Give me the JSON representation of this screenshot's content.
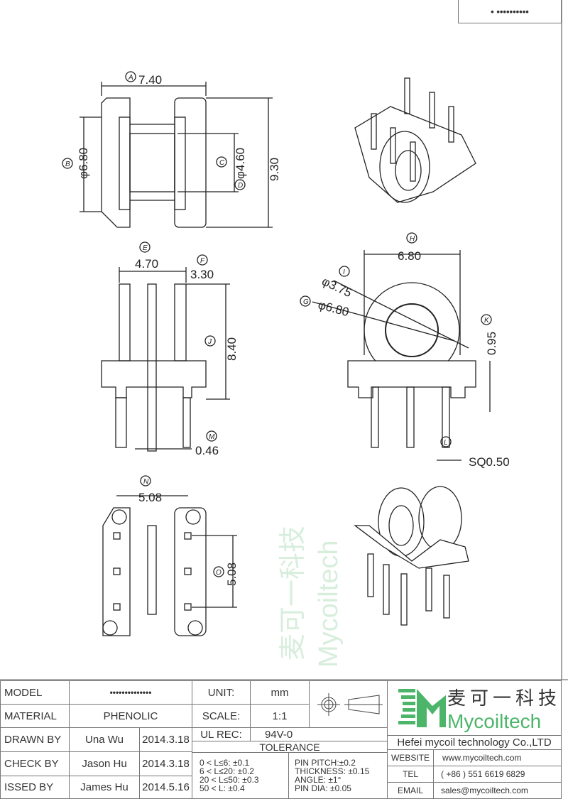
{
  "header": {
    "model_code": "• ••••••••••"
  },
  "drawing": {
    "watermark_cn": "麦可一科技",
    "watermark_en": "Mycoiltech",
    "labels": {
      "A": "A",
      "B": "B",
      "C": "C",
      "D": "D",
      "E": "E",
      "F": "F",
      "G": "G",
      "H": "H",
      "I": "I",
      "J": "J",
      "K": "K",
      "L": "L",
      "M": "M",
      "N": "N",
      "O": "O"
    },
    "dims": {
      "A": "7.40",
      "B": "φ6.80",
      "C": "φ4.60",
      "D": "9.30",
      "E": "4.70",
      "F": "3.30",
      "J": "8.40",
      "M": "0.46",
      "H": "6.80",
      "I": "φ3.75",
      "G": "φ6.80",
      "K": "0.95",
      "L": "SQ0.50",
      "N": "5.08",
      "O": "5.08"
    }
  },
  "title_block": {
    "model_label": "MODEL",
    "model_value": "••••••••••••••",
    "material_label": "MATERIAL",
    "material_value": "PHENOLIC",
    "drawn_label": "DRAWN BY",
    "drawn_name": "Una Wu",
    "drawn_date": "2014.3.18",
    "check_label": "CHECK BY",
    "check_name": "Jason Hu",
    "check_date": "2014.3.18",
    "issued_label": "ISSED BY",
    "issued_name": "James Hu",
    "issued_date": "2014.5.16",
    "unit_label": "UNIT:",
    "unit_value": "mm",
    "scale_label": "SCALE:",
    "scale_value": "1:1",
    "ul_label": "UL REC:",
    "ul_value": "94V-0",
    "tolerance_label": "TOLERANCE",
    "tol_left": [
      "0 < L≤6:  ±0.1",
      "6 < L≤20:  ±0.2",
      "20 < L≤50:  ±0.3",
      "50 < L:  ±0.4"
    ],
    "tol_right": [
      "PIN PITCH:±0.2",
      "THICKNESS:  ±0.15",
      "ANGLE:  ±1°",
      "PIN DIA:  ±0.05"
    ],
    "logo_cn": "麦可一科技",
    "logo_en": "Mycoiltech",
    "company": "Hefei mycoil technology Co.,LTD",
    "website_label": "WEBSITE",
    "website": "www.mycoiltech.com",
    "tel_label": "TEL",
    "tel": "( +86 ) 551 6619 6829",
    "email_label": "EMAIL",
    "email": "sales@mycoiltech.com",
    "brand_color": "#4cb56a"
  }
}
